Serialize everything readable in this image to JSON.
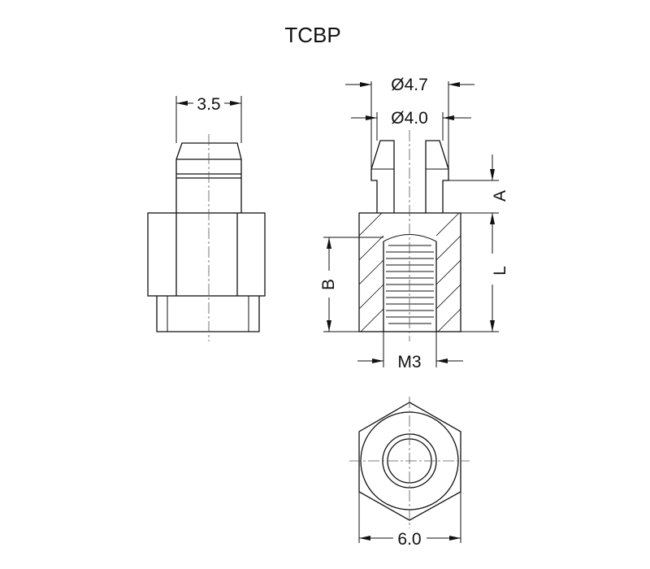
{
  "title": "TCBP",
  "dimensions": {
    "snap_width": "3.5",
    "outer_diameter": "Ø4.7",
    "inner_diameter": "Ø4.0",
    "dim_a": "A",
    "dim_l": "L",
    "dim_b": "B",
    "thread": "M3",
    "hex_width": "6.0"
  }
}
